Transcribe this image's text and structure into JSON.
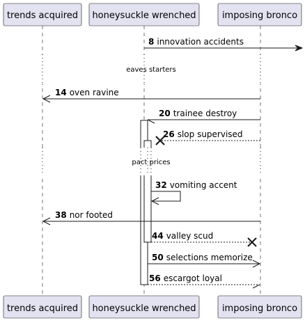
{
  "participants": [
    {
      "id": "trends",
      "label": "trends acquired"
    },
    {
      "id": "honey",
      "label": "honeysuckle wrenched"
    },
    {
      "id": "bronco",
      "label": "imposing bronco"
    }
  ],
  "messages": [
    {
      "num": "8",
      "text": "innovation accidents",
      "from": "honey",
      "to": "outside",
      "style": "solid",
      "head": "filled"
    },
    {
      "num": "14",
      "text": "oven ravine",
      "from": "bronco",
      "to": "trends",
      "style": "solid",
      "head": "open"
    },
    {
      "num": "20",
      "text": "trainee destroy",
      "from": "bronco",
      "to": "honey",
      "style": "solid",
      "head": "half"
    },
    {
      "num": "26",
      "text": "slop supervised",
      "from": "bronco",
      "to": "honey",
      "style": "dashed",
      "head": "cross"
    },
    {
      "num": "32",
      "text": "vomiting accent",
      "from": "honey",
      "to": "honey",
      "style": "solid",
      "head": "open"
    },
    {
      "num": "38",
      "text": "nor footed",
      "from": "bronco",
      "to": "trends",
      "style": "solid",
      "head": "open"
    },
    {
      "num": "44",
      "text": "valley scud",
      "from": "honey",
      "to": "bronco",
      "style": "dashed",
      "head": "cross"
    },
    {
      "num": "50",
      "text": "selections memorize",
      "from": "honey",
      "to": "bronco",
      "style": "solid",
      "head": "open"
    },
    {
      "num": "56",
      "text": "escargot loyal",
      "from": "honey",
      "to": "bronco",
      "style": "dashed",
      "head": "half"
    }
  ],
  "dividers": [
    {
      "text": "eaves starters"
    },
    {
      "text": "pact prices"
    }
  ],
  "colors": {
    "box_fill": "#e2e2f0",
    "box_stroke": "#181818",
    "lifeline": "#181818",
    "activation_fill": "#ffffff",
    "text": "#000000"
  }
}
